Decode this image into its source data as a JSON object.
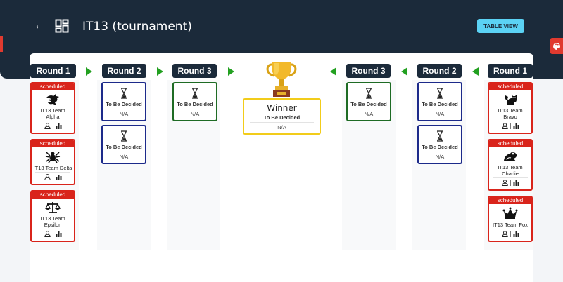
{
  "header": {
    "back_icon": "arrow-left-icon",
    "view_icon": "dashboard-icon",
    "title": "IT13 (tournament)",
    "table_view_label": "TABLE VIEW",
    "palette_icon": "palette-icon"
  },
  "colors": {
    "header_bg": "#1b2a3a",
    "table_button": "#5bd2f4",
    "scheduled_red": "#d9241b",
    "round2_blue": "#1c2a8a",
    "round3_green": "#1e6b24",
    "winner_yellow": "#f2cc1a",
    "arrow_green": "#22a020"
  },
  "left_bracket": {
    "round1": {
      "label": "Round 1",
      "teams": [
        {
          "status": "scheduled",
          "name": "IT13 Team Alpha",
          "logo": "dragon-icon"
        },
        {
          "status": "scheduled",
          "name": "IT13 Team Delta",
          "logo": "spider-icon"
        },
        {
          "status": "scheduled",
          "name": "IT13 Team Epsilon",
          "logo": "scales-icon"
        }
      ]
    },
    "round2": {
      "label": "Round 2",
      "matches": [
        {
          "text": "To Be Decided",
          "score": "N/A"
        },
        {
          "text": "To Be Decided",
          "score": "N/A"
        }
      ]
    },
    "round3": {
      "label": "Round 3",
      "matches": [
        {
          "text": "To Be Decided",
          "score": "N/A"
        }
      ]
    }
  },
  "winner": {
    "icon": "trophy-icon",
    "label": "Winner",
    "text": "To Be Decided",
    "score": "N/A"
  },
  "right_bracket": {
    "round3": {
      "label": "Round 3",
      "matches": [
        {
          "text": "To Be Decided",
          "score": "N/A"
        }
      ]
    },
    "round2": {
      "label": "Round 2",
      "matches": [
        {
          "text": "To Be Decided",
          "score": "N/A"
        },
        {
          "text": "To Be Decided",
          "score": "N/A"
        }
      ]
    },
    "round1": {
      "label": "Round 1",
      "teams": [
        {
          "status": "scheduled",
          "name": "IT13 Team Bravo",
          "logo": "cat-icon"
        },
        {
          "status": "scheduled",
          "name": "IT13 Team Charlie",
          "logo": "frog-icon"
        },
        {
          "status": "scheduled",
          "name": "IT13 Team Fox",
          "logo": "crown-icon"
        }
      ]
    }
  }
}
